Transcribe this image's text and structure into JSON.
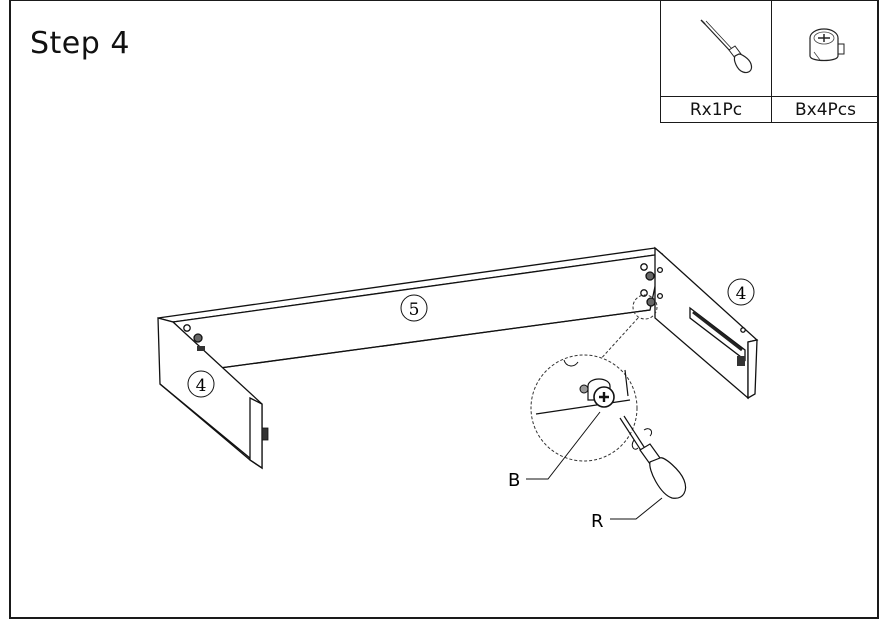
{
  "step": {
    "title": "Step 4"
  },
  "parts": [
    {
      "icon": "screwdriver-icon",
      "caption": "Rx1Pc"
    },
    {
      "icon": "cam-lock-fitting-icon",
      "caption": "Bx4Pcs"
    }
  ],
  "panels": {
    "left_panel": "4",
    "right_panel": "4",
    "back_panel": "5"
  },
  "callouts": {
    "fitting": "B",
    "tool": "R"
  }
}
